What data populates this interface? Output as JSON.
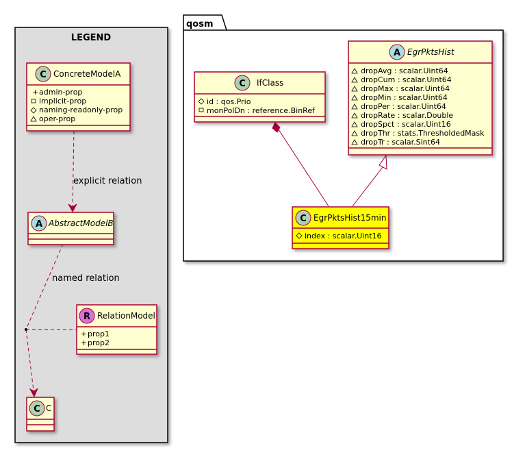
{
  "legend": {
    "title": "LEGEND",
    "concrete_model_a": {
      "name": "ConcreteModelA",
      "stereotype": "C",
      "attributes": [
        {
          "visibility": "+",
          "text": "admin-prop"
        },
        {
          "visibility": "-",
          "text": "implicit-prop"
        },
        {
          "visibility": "#",
          "text": "naming-readonly-prop"
        },
        {
          "visibility": "~",
          "text": "oper-prop"
        }
      ]
    },
    "abstract_model_b": {
      "name": "AbstractModelB",
      "stereotype": "A"
    },
    "relation_model": {
      "name": "RelationModel",
      "stereotype": "R",
      "attributes": [
        {
          "visibility": "+",
          "text": "prop1"
        },
        {
          "visibility": "+",
          "text": "prop2"
        }
      ]
    },
    "c": {
      "name": "C",
      "stereotype": "C"
    },
    "explicit_relation_label": "explicit relation",
    "named_relation_label": "named relation"
  },
  "package": {
    "title": "qosm",
    "if_class": {
      "name": "IfClass",
      "stereotype": "C",
      "attributes": [
        {
          "visibility": "#",
          "text": "id : qos.Prio"
        },
        {
          "visibility": "-",
          "text": "monPolDn : reference.BinRef"
        }
      ]
    },
    "egr_pkts_hist": {
      "name": "EgrPktsHist",
      "stereotype": "A",
      "attributes": [
        {
          "visibility": "~",
          "text": "dropAvg : scalar.Uint64"
        },
        {
          "visibility": "~",
          "text": "dropCum : scalar.Uint64"
        },
        {
          "visibility": "~",
          "text": "dropMax : scalar.Uint64"
        },
        {
          "visibility": "~",
          "text": "dropMin : scalar.Uint64"
        },
        {
          "visibility": "~",
          "text": "dropPer : scalar.Uint64"
        },
        {
          "visibility": "~",
          "text": "dropRate : scalar.Double"
        },
        {
          "visibility": "~",
          "text": "dropSpct : scalar.Uint16"
        },
        {
          "visibility": "~",
          "text": "dropThr : stats.ThresholdedMask"
        },
        {
          "visibility": "~",
          "text": "dropTr : scalar.Sint64"
        }
      ]
    },
    "egr_pkts_hist_15min": {
      "name": "EgrPktsHist15min",
      "stereotype": "C",
      "attributes": [
        {
          "visibility": "#",
          "text": "index : scalar.Uint16"
        }
      ]
    }
  },
  "colors": {
    "class_fill": "#FEFECE",
    "class_border": "#A80036",
    "highlight_fill": "#FFFF00",
    "legend_bg": "#DDDDDD",
    "circle_class": "#ADD1B2",
    "circle_abstract": "#A9DCDF",
    "circle_relation": "#DA70D6"
  }
}
